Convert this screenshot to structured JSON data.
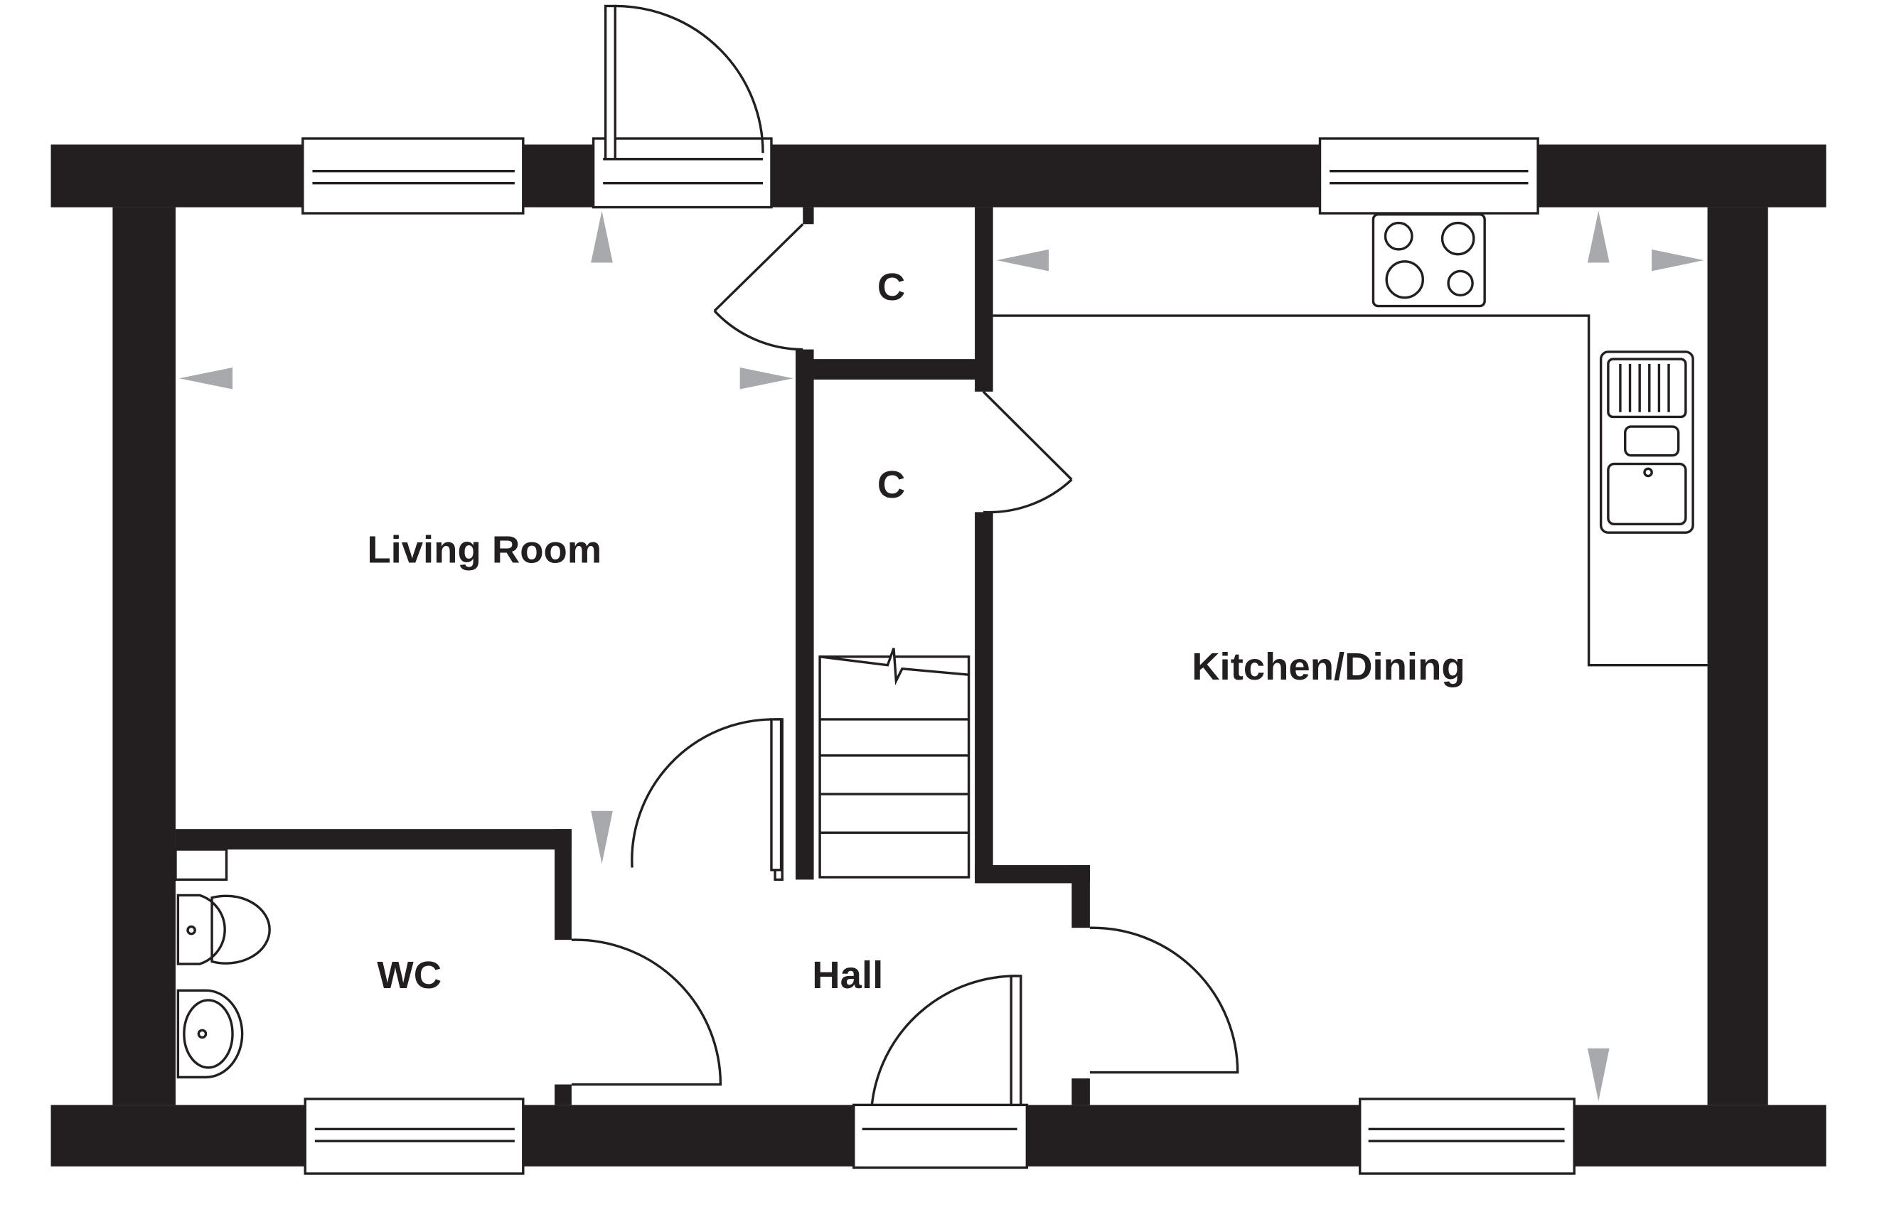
{
  "plan": {
    "rooms": {
      "living_room": "Living Room",
      "cupboard_upper": "C",
      "cupboard_lower": "C",
      "kitchen_dining": "Kitchen/Dining",
      "wc": "WC",
      "hall": "Hall"
    },
    "colors": {
      "wall": "#231f20",
      "arrow": "#a7a9ac",
      "background": "#ffffff"
    }
  }
}
